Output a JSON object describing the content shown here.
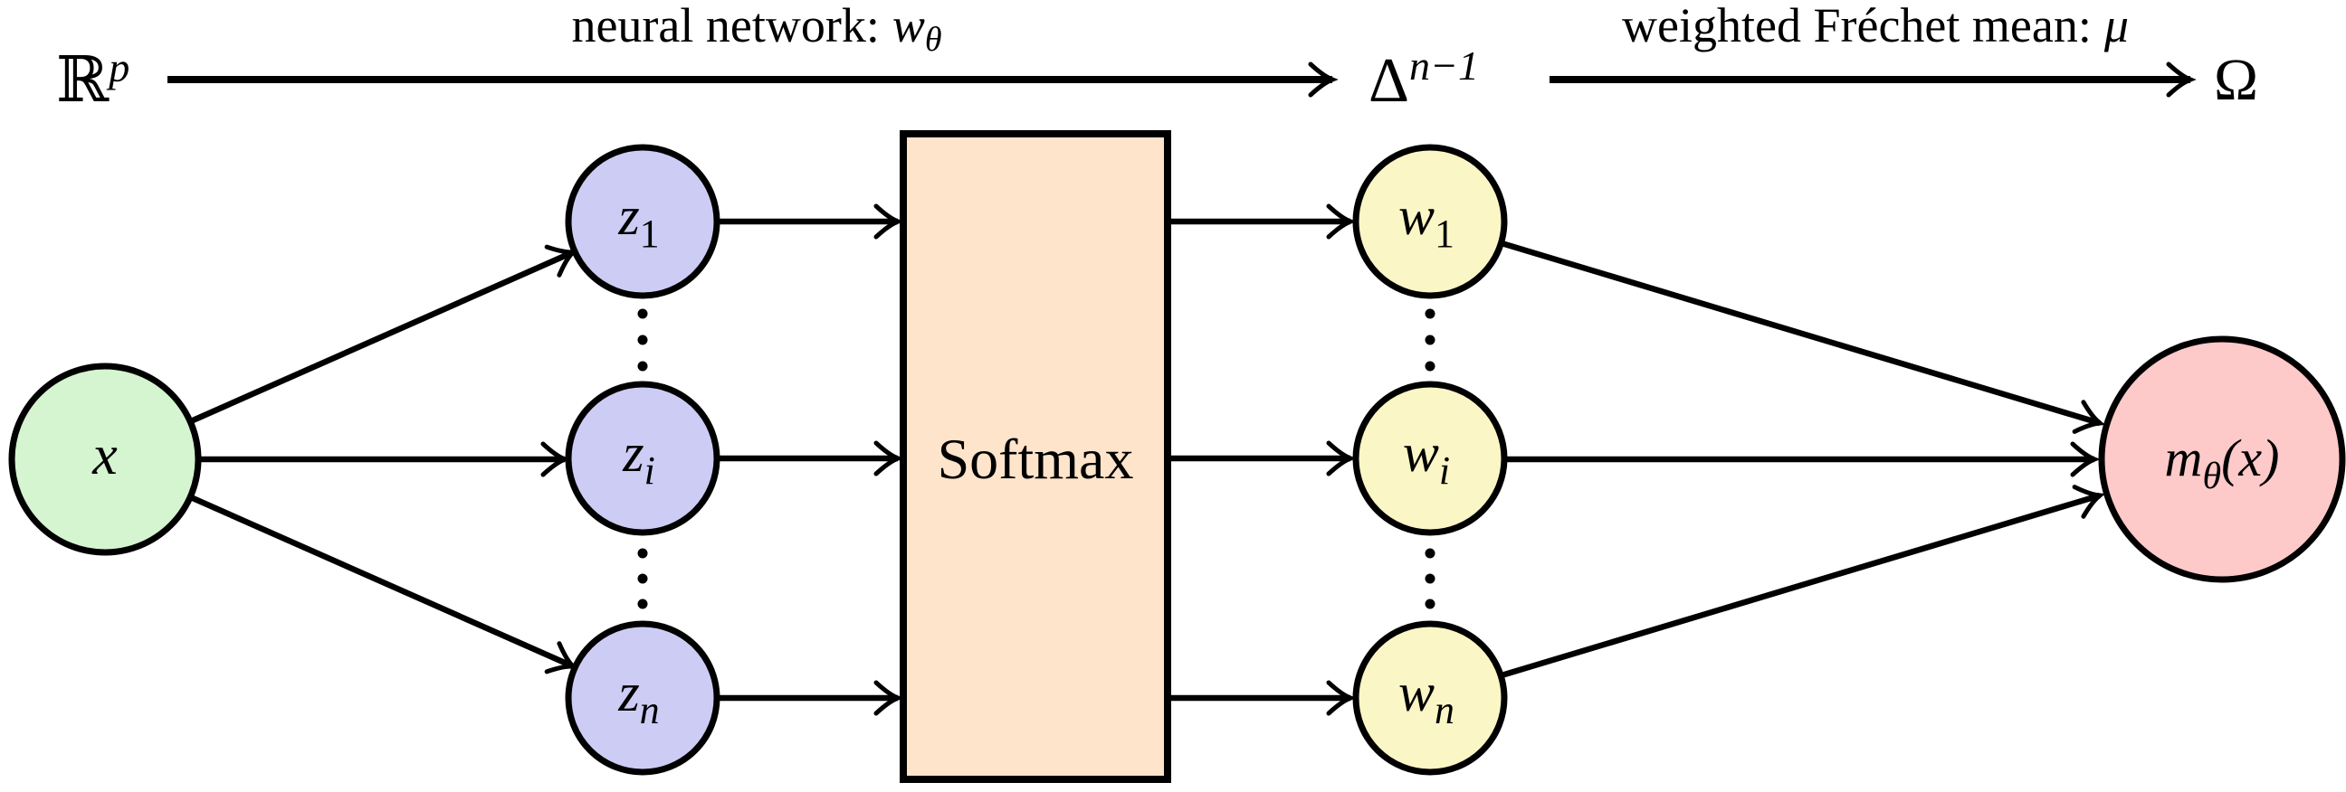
{
  "figure": {
    "header": {
      "input_space": {
        "base": "ℝ",
        "sup": "p"
      },
      "arrow1_label": {
        "text": "neural network:",
        "math": "w",
        "sub": "θ"
      },
      "simplex": {
        "base": "Δ",
        "sup": "n−1"
      },
      "arrow2_label": {
        "text": "weighted Fréchet mean:",
        "math": "μ"
      },
      "output_space": {
        "base": "Ω"
      }
    },
    "nodes": {
      "input": {
        "label": "x"
      },
      "hidden": [
        {
          "base": "z",
          "sub": "1"
        },
        {
          "base": "z",
          "sub": "i"
        },
        {
          "base": "z",
          "sub": "n"
        }
      ],
      "softmax_label": "Softmax",
      "weights": [
        {
          "base": "w",
          "sub": "1"
        },
        {
          "base": "w",
          "sub": "i"
        },
        {
          "base": "w",
          "sub": "n"
        }
      ],
      "output": {
        "base": "m",
        "sub": "θ",
        "rest": "(x)"
      }
    },
    "colors": {
      "input_fill": "#d5f4d0",
      "hidden_fill": "#cdccf4",
      "softmax_fill": "#fde4ca",
      "weight_fill": "#fbf6c5",
      "output_fill": "#fdc9c9",
      "stroke": "#000000"
    }
  }
}
